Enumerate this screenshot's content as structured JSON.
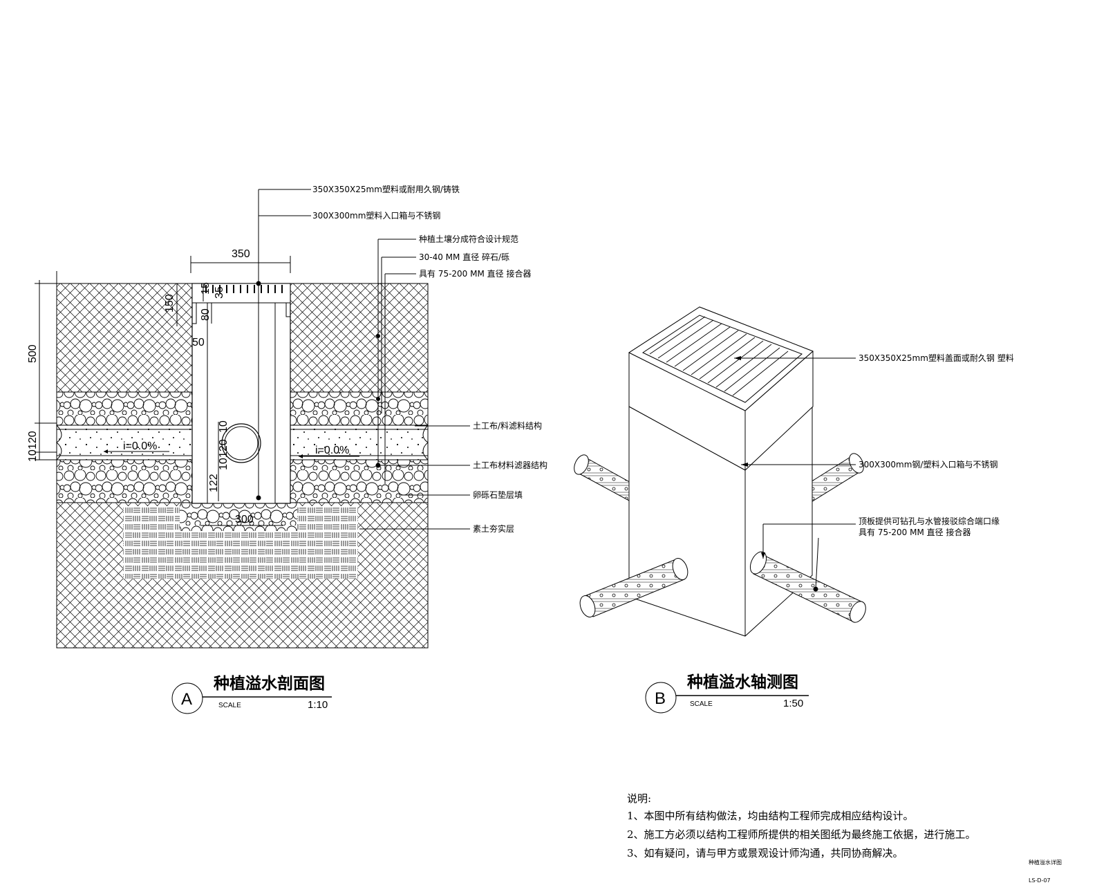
{
  "section": {
    "title": "种植溢水剖面图",
    "tag": "A",
    "scale_label": "SCALE",
    "scale_value": "1:10",
    "dims": {
      "top_width": "350",
      "depth": "500",
      "h120": "120",
      "h10": "10",
      "d15": "15",
      "d35": "35",
      "d150": "150",
      "d80": "80",
      "d50": "50",
      "d122": "122",
      "d10b": "10",
      "d120b": "120",
      "d10c": "10",
      "d300": "300"
    },
    "slope_left": "i=0.0%",
    "slope_right": "i=0.0%",
    "labels": [
      "350X350X25mm塑料或耐用久钢/铸铁",
      "300X300mm塑料入口箱与不锈钢",
      "种植土壤分成符合设计规范",
      "30-40 MM 直径 碎石/砾",
      "具有 75-200 MM 直径 接合器",
      "土工布/料滤料结构",
      "土工布材料滤器结构",
      "卵砾石垫层填",
      "素土夯实层"
    ]
  },
  "axon": {
    "title": "种植溢水轴测图",
    "tag": "B",
    "scale_label": "SCALE",
    "scale_value": "1:50",
    "labels": [
      "350X350X25mm塑料盖面或耐久钢 塑料",
      "300X300mm钢/塑料入口箱与不锈钢",
      "顶板提供可钻孔与水管接驳综合端口缘",
      "具有 75-200 MM 直径 接合器"
    ]
  },
  "notes": {
    "heading": "说明:",
    "items": [
      "1、本图中所有结构做法，均由结构工程师完成相应结构设计。",
      "2、施工方必须以结构工程师所提供的相关图纸为最终施工依据，进行施工。",
      "3、如有疑问，请与甲方或景观设计师沟通，共同协商解决。"
    ]
  },
  "sheet": {
    "name": "种植溢水详图",
    "code": "LS-D-07"
  },
  "colors": {
    "line": "#000000",
    "background": "#ffffff"
  }
}
